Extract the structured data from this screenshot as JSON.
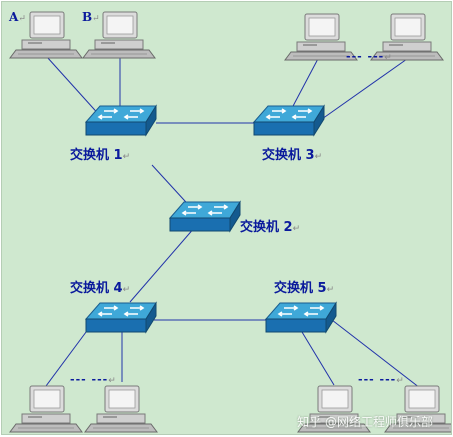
{
  "labels": {
    "A": "A",
    "B": "B",
    "switch1": "交换机 1",
    "switch2": "交换机 2",
    "switch3": "交换机 3",
    "switch4": "交换机 4",
    "switch5": "交换机 5",
    "return_mark": "↵",
    "dots": "--- ---",
    "watermark": "知乎 @网络工程师俱乐部"
  },
  "colors": {
    "background": "#cfe8cf",
    "link": "#2233aa",
    "label": "#0a1a9c",
    "switch_top": "#3fa8d8",
    "switch_side": "#1a6fb0"
  },
  "icons": {
    "pc": "desktop-computer-icon",
    "switch": "network-switch-icon"
  }
}
